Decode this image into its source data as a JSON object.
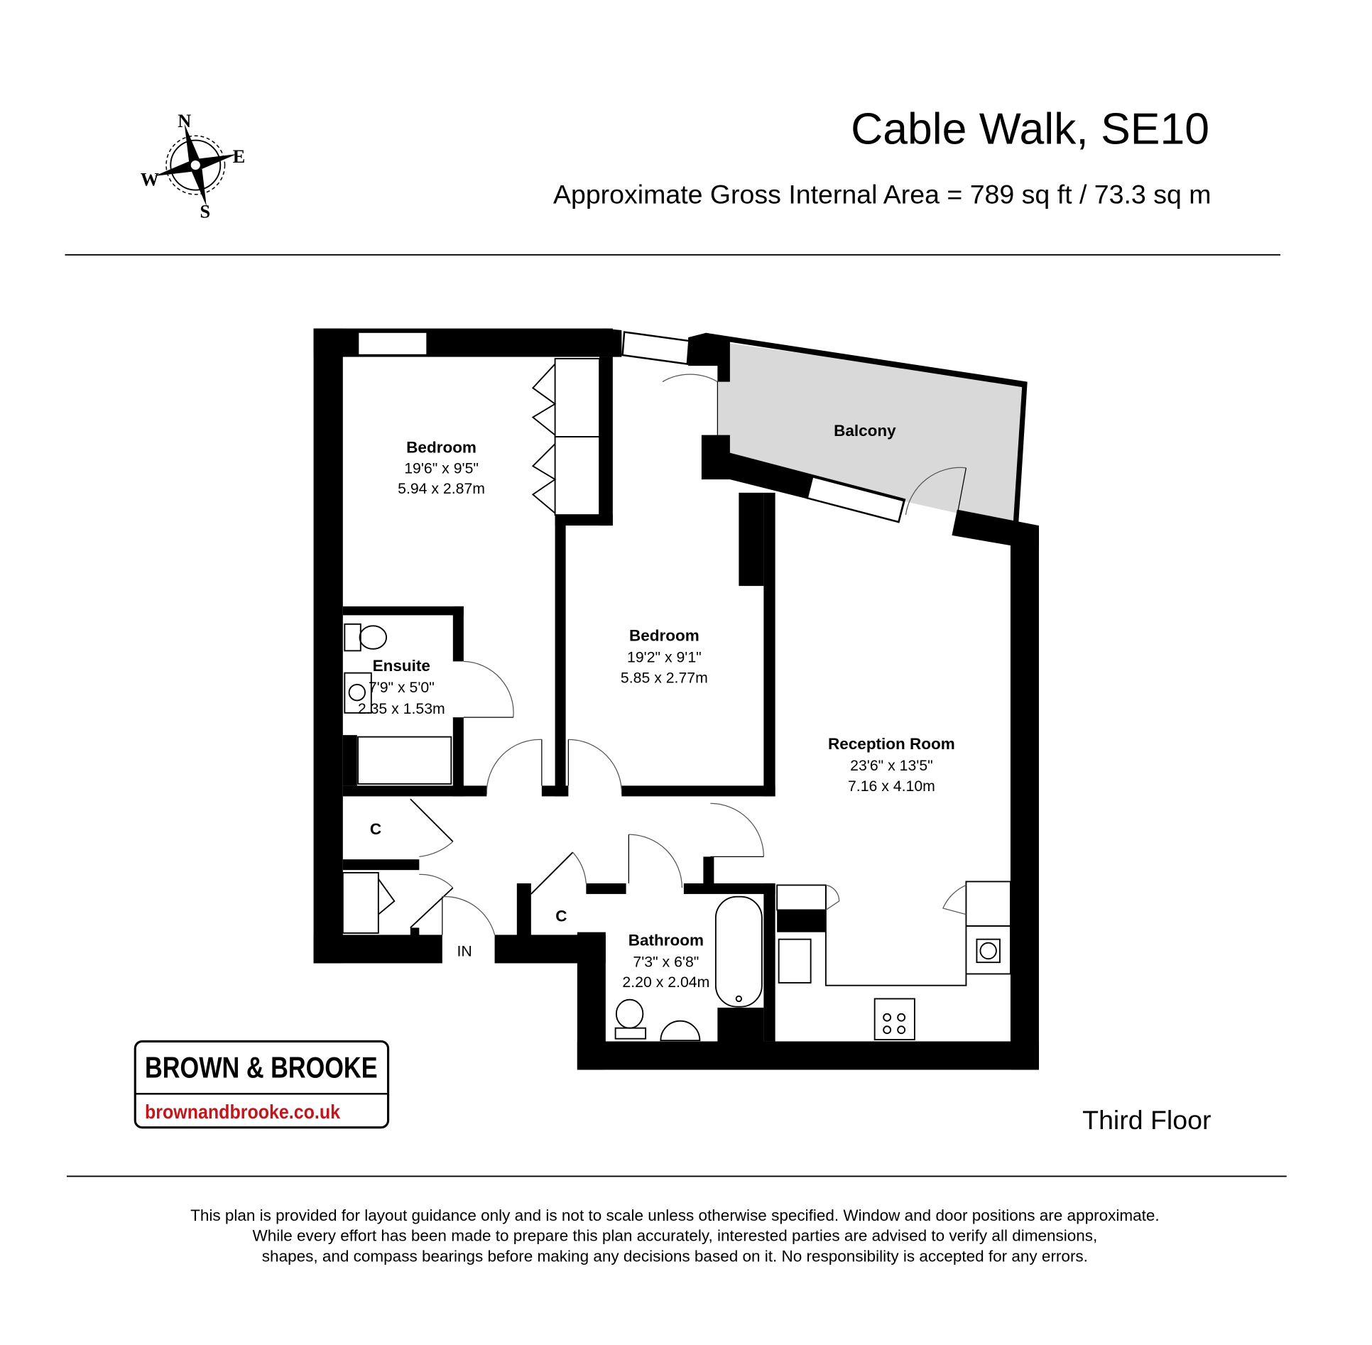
{
  "header": {
    "title": "Cable Walk, SE10",
    "area": "Approximate Gross Internal Area = 789 sq ft / 73.3 sq m"
  },
  "compass": {
    "n": "N",
    "e": "E",
    "s": "S",
    "w": "W"
  },
  "rooms": {
    "bedroom1": {
      "name": "Bedroom",
      "imperial": "19'6\" x 9'5\"",
      "metric": "5.94 x 2.87m"
    },
    "bedroom2": {
      "name": "Bedroom",
      "imperial": "19'2\" x 9'1\"",
      "metric": "5.85 x 2.77m"
    },
    "ensuite": {
      "name": "Ensuite",
      "imperial": "7'9\" x 5'0\"",
      "metric": "2.35 x 1.53m"
    },
    "reception": {
      "name": "Reception Room",
      "imperial": "23'6\" x 13'5\"",
      "metric": "7.16 x 4.10m"
    },
    "bathroom": {
      "name": "Bathroom",
      "imperial": "7'3\" x 6'8\"",
      "metric": "2.20 x 2.04m"
    },
    "balcony": {
      "name": "Balcony"
    },
    "cupboard1": {
      "name": "C"
    },
    "cupboard2": {
      "name": "C"
    },
    "entrance": {
      "name": "IN"
    }
  },
  "floor_label": "Third Floor",
  "logo": {
    "brand": "BROWN & BROOKE",
    "url": "brownandbrooke.co.uk",
    "url_color": "#c0161c"
  },
  "disclaimer": [
    "This plan is provided for layout guidance only and is not to scale unless otherwise specified. Window and door positions are approximate.",
    "While every effort has been made to prepare this plan accurately, interested parties are advised to verify all dimensions,",
    "shapes, and compass bearings before making any decisions based on it. No responsibility is accepted for any errors."
  ],
  "colors": {
    "balcony_fill": "#d9d9d9",
    "wall": "#000000"
  }
}
